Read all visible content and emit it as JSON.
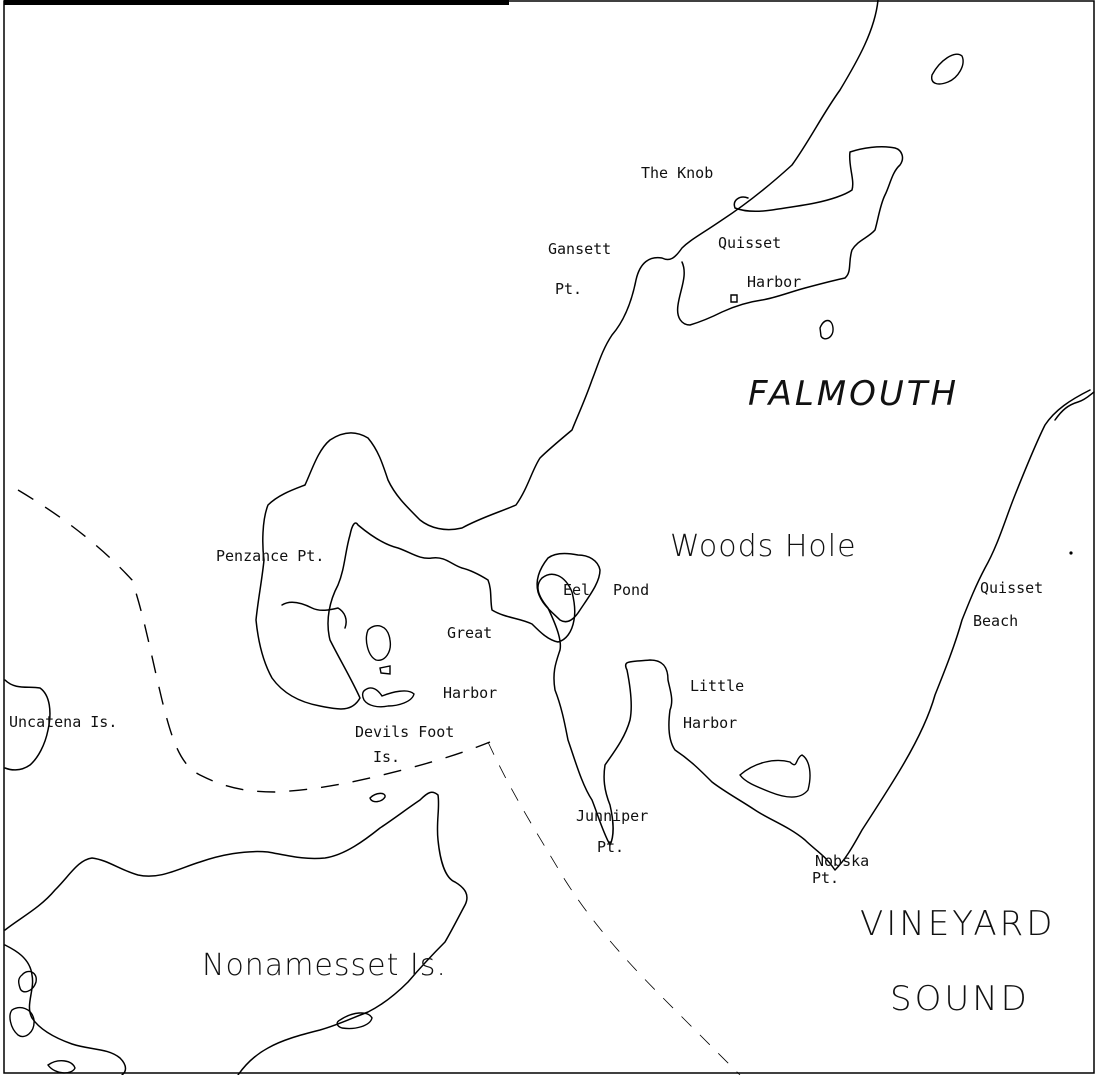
{
  "map": {
    "labels": {
      "the_knob": "The Knob",
      "quisset": "Quisset",
      "harbor_quisset": "Harbor",
      "gansett": "Gansett",
      "gansett_pt": "Pt.",
      "falmouth": "FALMOUTH",
      "woods_hole": "Woods Hole",
      "penzance_pt": "Penzance Pt.",
      "eel": "Eel",
      "pond": "Pond",
      "quisset_beach_1": "Quisset",
      "quisset_beach_2": "Beach",
      "great": "Great",
      "harbor_great": "Harbor",
      "little": "Little",
      "harbor_little": "Harbor",
      "uncatena": "Uncatena Is.",
      "devils_foot": "Devils Foot",
      "devils_is": "Is.",
      "junniper": "Junniper",
      "junniper_pt": "Pt.",
      "nobska": "Nobska",
      "nobska_pt": "Pt.",
      "vineyard": "VINEYARD",
      "sound": "SOUND",
      "nonamesset": "Nonamesset Is."
    }
  }
}
